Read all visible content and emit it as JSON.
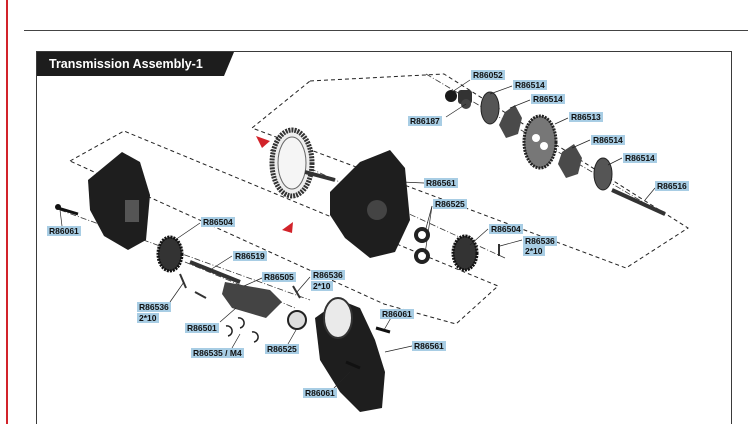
{
  "title": "Transmission Assembly-1",
  "labels": {
    "r86052": "R86052",
    "r86514a": "R86514",
    "r86514b": "R86514",
    "r86187": "R86187",
    "r86513": "R86513",
    "r86514c": "R86514",
    "r86514d": "R86514",
    "r86516": "R86516",
    "r86561a": "R86561",
    "r86525a": "R86525",
    "r86504a": "R86504",
    "r86536a": "R86536",
    "r86536a_size": "2*10",
    "r86504b": "R86504",
    "r86061a": "R86061",
    "r86519": "R86519",
    "r86505": "R86505",
    "r86536b": "R86536",
    "r86536b_size": "2*10",
    "r86536c": "R86536",
    "r86536c_size": "2*10",
    "r86501": "R86501",
    "r86535": "R86535 / M4",
    "r86525b": "R86525",
    "r86061b": "R86061",
    "r86561b": "R86561",
    "r86061c": "R86061"
  },
  "colors": {
    "accent_red": "#d2232a",
    "label_bg": "#a8cde4",
    "title_bg": "#1d1d1d"
  }
}
